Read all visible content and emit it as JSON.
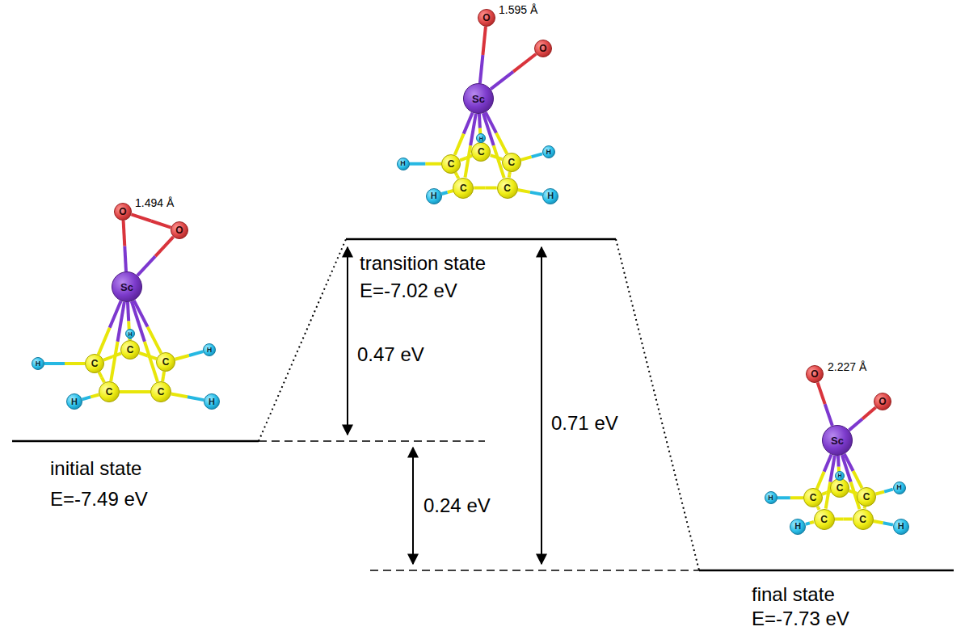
{
  "diagram": {
    "nodes": [
      {
        "text": [
          "O"
        ]
      },
      {
        "text": [
          "O"
        ]
      },
      {
        "text": [
          "Sc"
        ]
      },
      {
        "text": [
          "C"
        ]
      },
      {
        "text": [
          "C"
        ]
      },
      {
        "text": [
          "C"
        ]
      },
      {
        "text": [
          "C"
        ]
      },
      {
        "text": [
          "C"
        ]
      },
      {
        "text": [
          "H"
        ]
      },
      {
        "text": [
          "H"
        ]
      },
      {
        "text": [
          "H"
        ]
      },
      {
        "text": [
          "H"
        ]
      },
      {
        "text": [
          "H"
        ]
      },
      {
        "text": [
          "O"
        ]
      },
      {
        "text": [
          "O"
        ]
      },
      {
        "text": [
          "Sc"
        ]
      },
      {
        "text": [
          "C"
        ]
      },
      {
        "text": [
          "C"
        ]
      },
      {
        "text": [
          "C"
        ]
      },
      {
        "text": [
          "C"
        ]
      },
      {
        "text": [
          "C"
        ]
      },
      {
        "text": [
          "H"
        ]
      },
      {
        "text": [
          "H"
        ]
      },
      {
        "text": [
          "H"
        ]
      },
      {
        "text": [
          "H"
        ]
      },
      {
        "text": [
          "H"
        ]
      },
      {
        "text": [
          "O"
        ]
      },
      {
        "text": [
          "O"
        ]
      },
      {
        "text": [
          "Sc"
        ]
      },
      {
        "text": [
          "C"
        ]
      },
      {
        "text": [
          "C"
        ]
      },
      {
        "text": [
          "C"
        ]
      },
      {
        "text": [
          "C"
        ]
      },
      {
        "text": [
          "C"
        ]
      },
      {
        "text": [
          "H"
        ]
      },
      {
        "text": [
          "H"
        ]
      },
      {
        "text": [
          "H"
        ]
      },
      {
        "text": [
          "H"
        ]
      },
      {
        "text": [
          "H"
        ]
      }
    ],
    "edges": [
      {
        "from": 2,
        "to": 0,
        "arrow": "none"
      },
      {
        "from": 2,
        "to": 1,
        "arrow": "none"
      },
      {
        "from": 0,
        "to": 1,
        "arrow": "none"
      },
      {
        "from": 2,
        "to": 3,
        "arrow": "none"
      },
      {
        "from": 2,
        "to": 4,
        "arrow": "none"
      },
      {
        "from": 2,
        "to": 5,
        "arrow": "none"
      },
      {
        "from": 2,
        "to": 6,
        "arrow": "none"
      },
      {
        "from": 2,
        "to": 7,
        "arrow": "none"
      },
      {
        "from": 3,
        "to": 4,
        "arrow": "none"
      },
      {
        "from": 4,
        "to": 5,
        "arrow": "none"
      },
      {
        "from": 5,
        "to": 7,
        "arrow": "none"
      },
      {
        "from": 7,
        "to": 6,
        "arrow": "none"
      },
      {
        "from": 6,
        "to": 3,
        "arrow": "none"
      },
      {
        "from": 3,
        "to": 8,
        "arrow": "none"
      },
      {
        "from": 4,
        "to": 9,
        "arrow": "none"
      },
      {
        "from": 5,
        "to": 10,
        "arrow": "none"
      },
      {
        "from": 6,
        "to": 11,
        "arrow": "none"
      },
      {
        "from": 7,
        "to": 12,
        "arrow": "none"
      },
      {
        "from": 15,
        "to": 13,
        "arrow": "none"
      },
      {
        "from": 15,
        "to": 14,
        "arrow": "none"
      },
      {
        "from": 15,
        "to": 16,
        "arrow": "none"
      },
      {
        "from": 15,
        "to": 17,
        "arrow": "none"
      },
      {
        "from": 15,
        "to": 18,
        "arrow": "none"
      },
      {
        "from": 15,
        "to": 19,
        "arrow": "none"
      },
      {
        "from": 15,
        "to": 20,
        "arrow": "none"
      },
      {
        "from": 16,
        "to": 17,
        "arrow": "none"
      },
      {
        "from": 17,
        "to": 18,
        "arrow": "none"
      },
      {
        "from": 18,
        "to": 20,
        "arrow": "none"
      },
      {
        "from": 20,
        "to": 19,
        "arrow": "none"
      },
      {
        "from": 19,
        "to": 16,
        "arrow": "none"
      },
      {
        "from": 16,
        "to": 21,
        "arrow": "none"
      },
      {
        "from": 17,
        "to": 22,
        "arrow": "none"
      },
      {
        "from": 18,
        "to": 23,
        "arrow": "none"
      },
      {
        "from": 19,
        "to": 24,
        "arrow": "none"
      },
      {
        "from": 20,
        "to": 25,
        "arrow": "none"
      },
      {
        "from": 28,
        "to": 26,
        "arrow": "none"
      },
      {
        "from": 28,
        "to": 27,
        "arrow": "none"
      },
      {
        "from": 28,
        "to": 29,
        "arrow": "none"
      },
      {
        "from": 28,
        "to": 30,
        "arrow": "none"
      },
      {
        "from": 28,
        "to": 31,
        "arrow": "none"
      },
      {
        "from": 28,
        "to": 32,
        "arrow": "none"
      },
      {
        "from": 28,
        "to": 33,
        "arrow": "none"
      },
      {
        "from": 29,
        "to": 30,
        "arrow": "none"
      },
      {
        "from": 30,
        "to": 31,
        "arrow": "none"
      },
      {
        "from": 31,
        "to": 33,
        "arrow": "none"
      },
      {
        "from": 33,
        "to": 32,
        "arrow": "none"
      },
      {
        "from": 32,
        "to": 29,
        "arrow": "none"
      },
      {
        "from": 29,
        "to": 34,
        "arrow": "none"
      },
      {
        "from": 30,
        "to": 35,
        "arrow": "none"
      },
      {
        "from": 31,
        "to": 36,
        "arrow": "none"
      },
      {
        "from": 32,
        "to": 37,
        "arrow": "none"
      },
      {
        "from": 33,
        "to": 38,
        "arrow": "none"
      }
    ],
    "labels": [
      "1.494 Å",
      "1.595 Å",
      "2.227 Å",
      "transition state",
      "E=-7.02 eV",
      "0.47 eV",
      "0.71 eV",
      "initial state",
      "E=-7.49 eV",
      "0.24 eV",
      "final state",
      "E=-7.73 eV"
    ]
  }
}
